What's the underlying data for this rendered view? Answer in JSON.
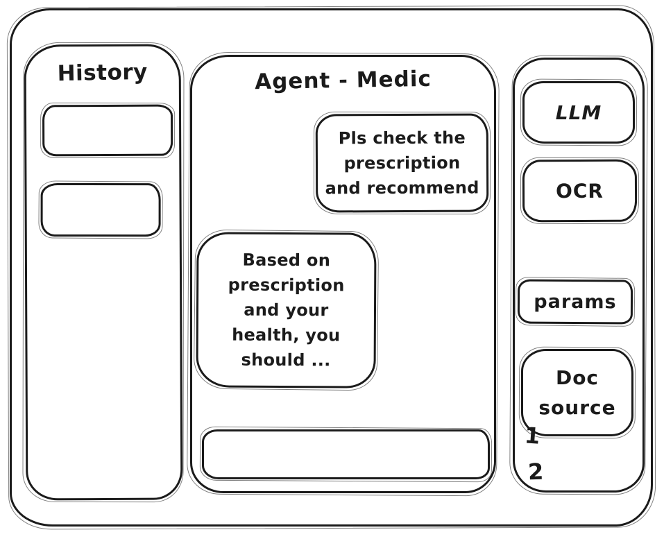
{
  "window": {
    "background": "#ffffff",
    "stroke_color": "#1b1b1b"
  },
  "history": {
    "title": "History",
    "items": [
      {
        "label": ""
      },
      {
        "label": ""
      }
    ]
  },
  "chat": {
    "title": "Agent - Medic",
    "messages": [
      {
        "role": "user",
        "text": "Pls check the\nprescription\nand recommend"
      },
      {
        "role": "assistant",
        "text": "Based on\nprescription\nand your\nhealth, you\nshould ..."
      }
    ],
    "input": {
      "value": "",
      "placeholder": ""
    }
  },
  "tools": {
    "items": [
      {
        "id": "llm",
        "label": "LLM"
      },
      {
        "id": "ocr",
        "label": "OCR"
      },
      {
        "id": "params",
        "label": "params"
      },
      {
        "id": "doc-source",
        "label": "Doc source"
      }
    ],
    "doc_source_list": [
      "1",
      "2"
    ]
  }
}
